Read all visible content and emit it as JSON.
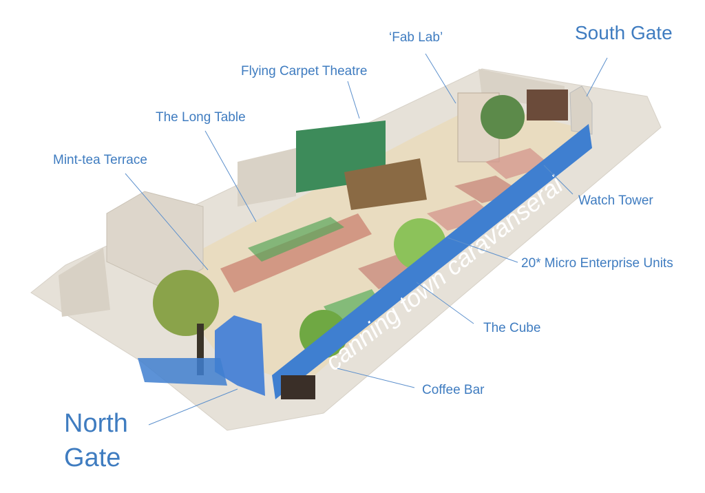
{
  "labels": {
    "south_gate": "South Gate",
    "fab_lab": "‘Fab Lab’",
    "flying_carpet": "Flying Carpet Theatre",
    "long_table": "The Long Table",
    "mint_tea": "Mint-tea Terrace",
    "watch_tower": "Watch Tower",
    "micro_units": "20* Micro Enterprise Units",
    "cube": "The Cube",
    "coffee_bar": "Coffee Bar",
    "north_gate_1": "North",
    "north_gate_2": "Gate"
  },
  "model": {
    "banner_text": "canning town caravanserai"
  },
  "colors": {
    "label": "#3f7cc0",
    "banner": "#3f7fd0",
    "ground": "#e6e1d8",
    "plaza": "#e9dcc0"
  }
}
